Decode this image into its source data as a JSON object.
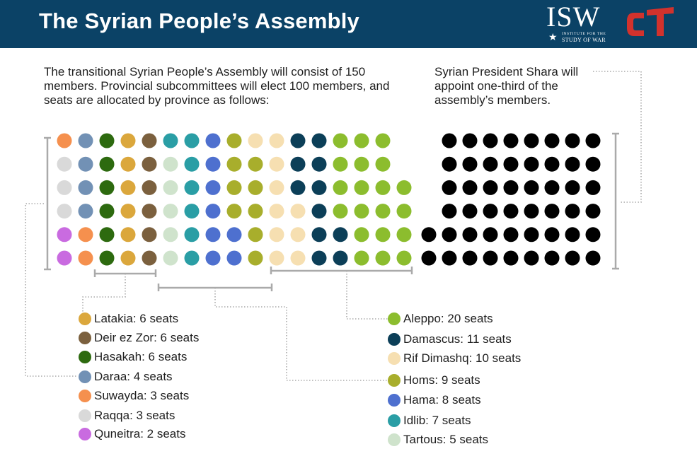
{
  "header": {
    "title": "The Syrian People’s Assembly",
    "background_color": "#0b4266",
    "isw_logo": {
      "mark": "ISW",
      "sub_line1": "INSTITUTE FOR THE",
      "sub_line2": "STUDY OF WAR",
      "icon": "star-icon"
    },
    "ct_logo": {
      "mark": "CT",
      "color": "#d2322d"
    }
  },
  "intro": {
    "left": "The transitional Syrian People’s Assembly will consist of 150 members. Provincial subcommittees will elect 100 members, and seats are allocated by province as follows:",
    "right": "Syrian President Shara will appoint one-third of the assembly’s members."
  },
  "chart_data": {
    "type": "dot-matrix",
    "total_seats": 150,
    "elected_seats": 100,
    "appointed_seats": 50,
    "appointed_color": "#000000",
    "provinces": [
      {
        "name": "Quneitra",
        "label": "Quneitra: 2 seats",
        "seats": 2,
        "color": "#c96be0"
      },
      {
        "name": "Raqqa",
        "label": "Raqqa: 3 seats",
        "seats": 3,
        "color": "#d9d9d9"
      },
      {
        "name": "Suwayda",
        "label": "Suwayda: 3 seats",
        "seats": 3,
        "color": "#f5904e"
      },
      {
        "name": "Daraa",
        "label": "Daraa: 4 seats",
        "seats": 4,
        "color": "#7291b5"
      },
      {
        "name": "Hasakah",
        "label": "Hasakah: 6 seats",
        "seats": 6,
        "color": "#2d6a0f"
      },
      {
        "name": "Latakia",
        "label": "Latakia: 6 seats",
        "seats": 6,
        "color": "#dba73c"
      },
      {
        "name": "Deir ez Zor",
        "label": "Deir ez Zor: 6 seats",
        "seats": 6,
        "color": "#7b603e"
      },
      {
        "name": "Tartous",
        "label": "Tartous: 5 seats",
        "seats": 5,
        "color": "#cfe3cc"
      },
      {
        "name": "Idlib",
        "label": "Idlib: 7 seats",
        "seats": 7,
        "color": "#2a9ea5"
      },
      {
        "name": "Hama",
        "label": "Hama: 8 seats",
        "seats": 8,
        "color": "#4e70cf"
      },
      {
        "name": "Homs",
        "label": "Homs: 9 seats",
        "seats": 9,
        "color": "#a8ae2c"
      },
      {
        "name": "Rif Dimashq",
        "label": "Rif Dimashq: 10 seats",
        "seats": 10,
        "color": "#f6dfb1"
      },
      {
        "name": "Damascus",
        "label": "Damascus: 11 seats",
        "seats": 11,
        "color": "#0c3f58"
      },
      {
        "name": "Aleppo",
        "label": "Aleppo: 20 seats",
        "seats": 20,
        "color": "#8cbd2e"
      }
    ],
    "legend_groups": [
      {
        "name": "left",
        "order": [
          "Latakia",
          "Deir ez Zor",
          "Hasakah",
          "Daraa",
          "Suwayda",
          "Raqqa",
          "Quneitra"
        ]
      },
      {
        "name": "right",
        "order": [
          "Aleppo",
          "Damascus",
          "Rif Dimashq",
          "Homs",
          "Hama",
          "Idlib",
          "Tartous"
        ]
      }
    ]
  }
}
